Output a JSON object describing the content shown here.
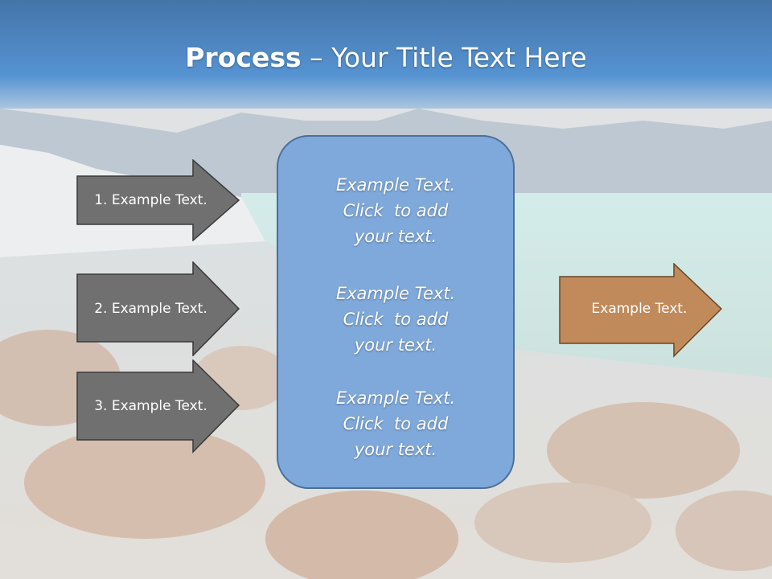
{
  "title": {
    "bold": "Process",
    "rest": " – Your Title Text Here"
  },
  "input_arrows": [
    {
      "label": "1. Example Text."
    },
    {
      "label": "2. Example Text."
    },
    {
      "label": "3. Example Text."
    }
  ],
  "center_panel": {
    "blocks": [
      {
        "lines": [
          "Example Text.",
          "Click  to add",
          "your text."
        ]
      },
      {
        "lines": [
          "Example Text.",
          "Click  to add",
          "your text."
        ]
      },
      {
        "lines": [
          "Example Text.",
          "Click  to add",
          "your text."
        ]
      }
    ]
  },
  "output_arrow": {
    "label": "Example Text."
  },
  "colors": {
    "input_arrow_fill": "#707070",
    "output_arrow_fill": "#c08a5a",
    "panel_fill": "#7fa9db",
    "sky": "#3f77b4"
  }
}
